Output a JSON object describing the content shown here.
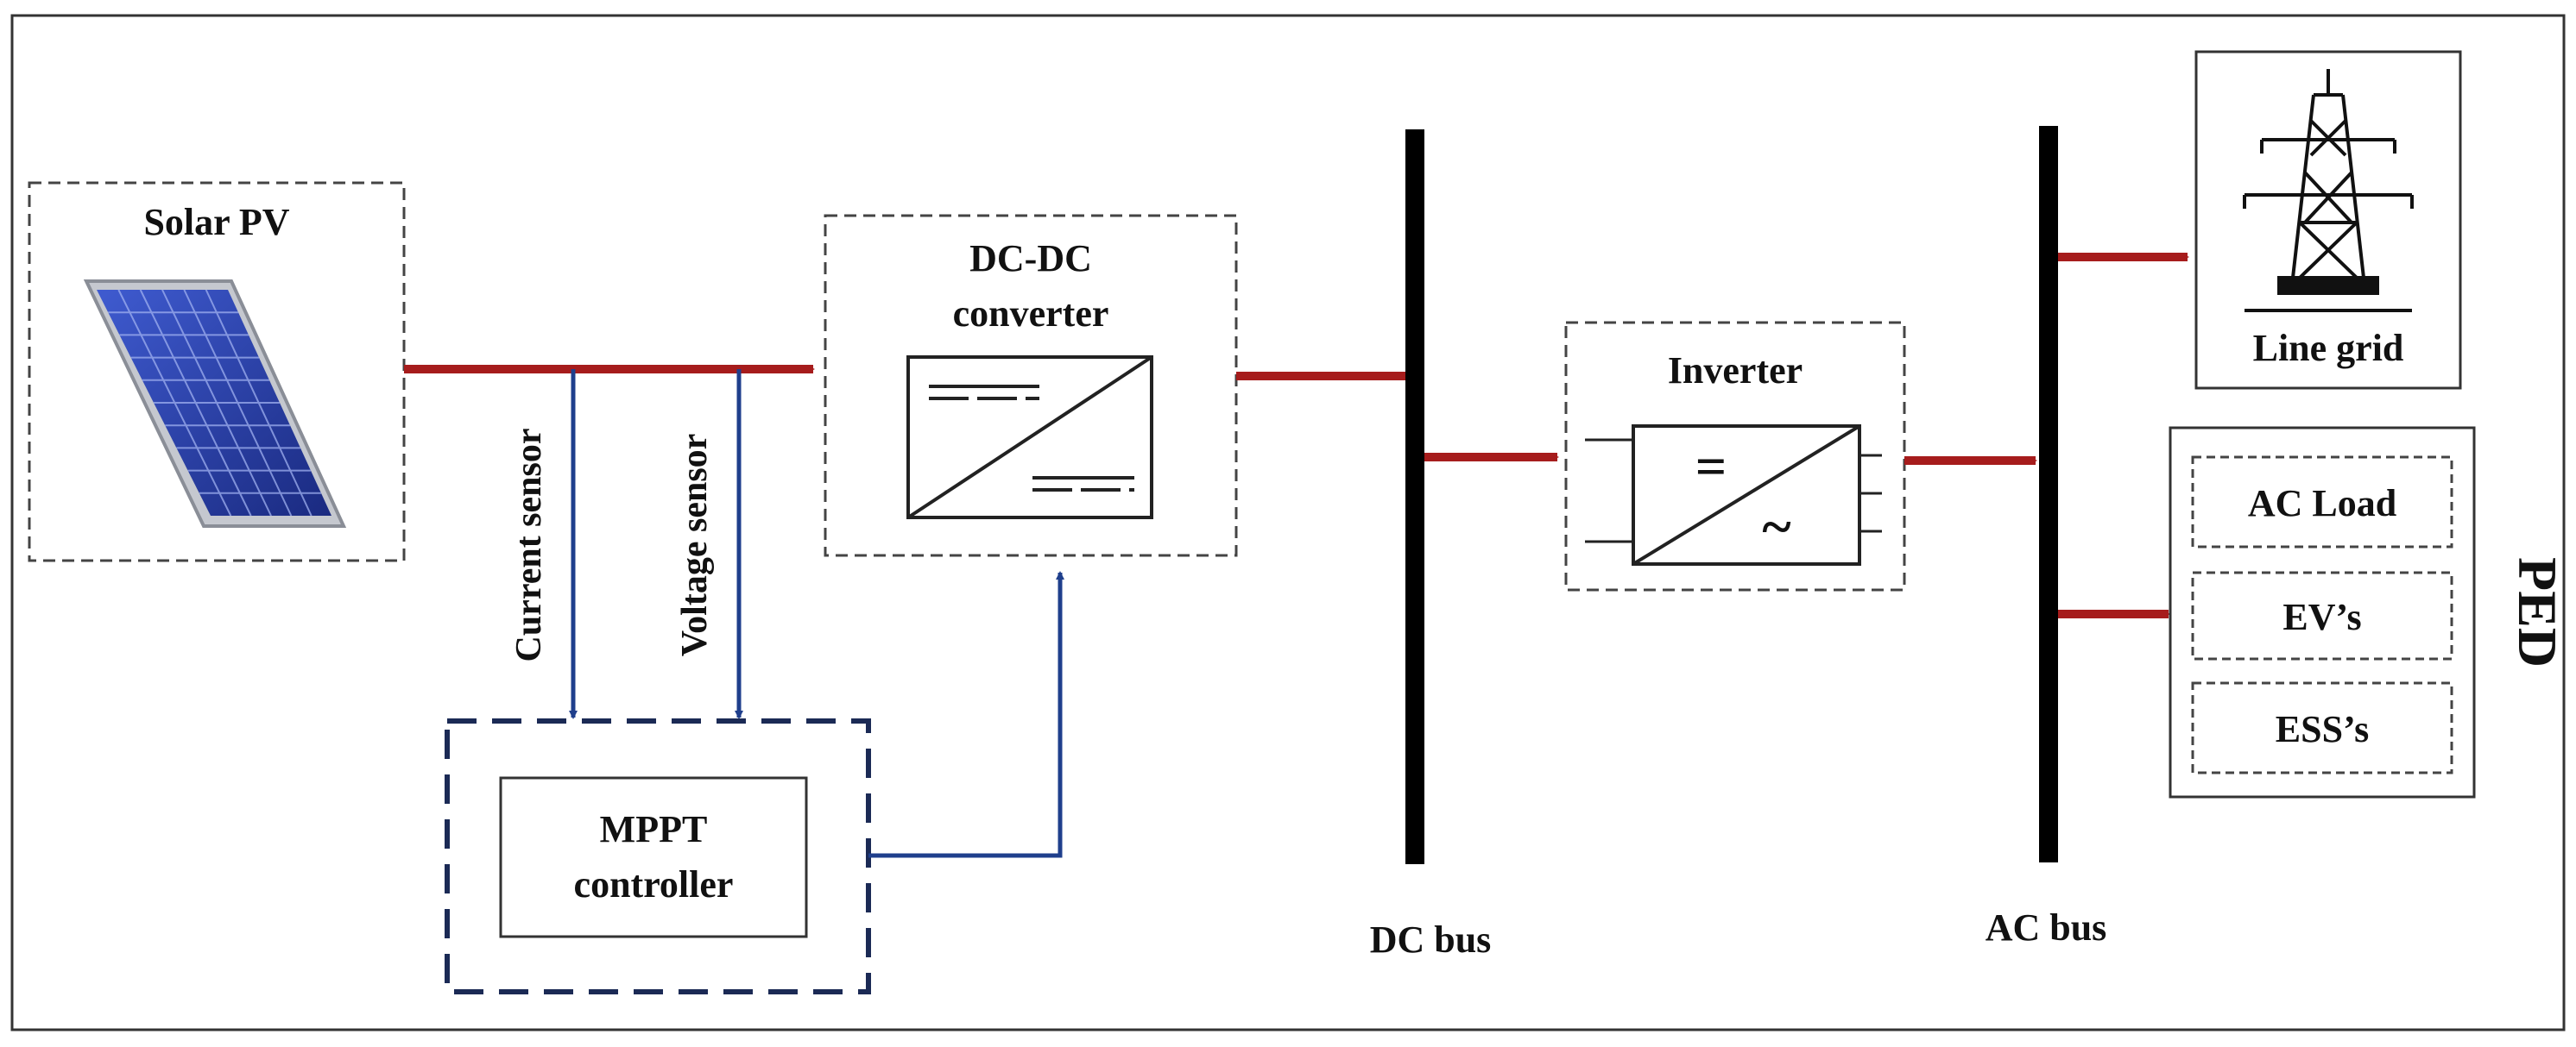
{
  "colors": {
    "power_flow": "#a61c1c",
    "signal_flow": "#1f3f8c",
    "controller_border": "#1b2a55",
    "bus": "#000000",
    "panel_cell": "#2a43a8",
    "panel_frame": "#b9bcc4"
  },
  "blocks": {
    "solar_pv": {
      "label": "Solar PV"
    },
    "dcdc": {
      "label_line1": "DC-DC",
      "label_line2": "converter"
    },
    "mppt": {
      "label_line1": "MPPT",
      "label_line2": "controller"
    },
    "inverter": {
      "label": "Inverter",
      "sym_dc": "=",
      "sym_ac": "~"
    },
    "line_grid": {
      "label": "Line grid"
    },
    "ped": {
      "label": "PED",
      "items": [
        "AC Load",
        "EV’s",
        "ESS’s"
      ]
    }
  },
  "sensors": {
    "current": "Current sensor",
    "voltage": "Voltage sensor"
  },
  "buses": {
    "dc": "DC bus",
    "ac": "AC bus"
  },
  "icons": {
    "solar": "solar-panel-icon",
    "tower": "transmission-tower-icon",
    "converter": "dc-dc-converter-symbol-icon",
    "inverter": "dc-ac-inverter-symbol-icon"
  }
}
